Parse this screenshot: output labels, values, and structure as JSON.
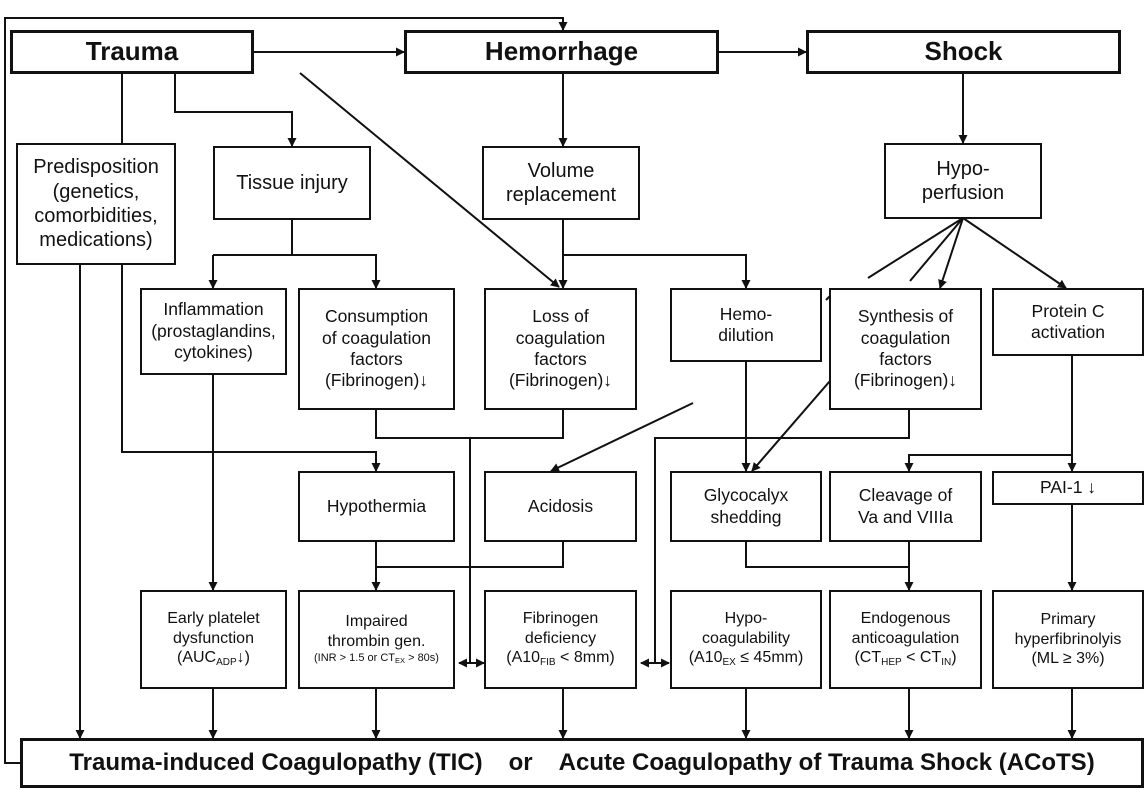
{
  "top": {
    "trauma": "Trauma",
    "hemorrhage": "Hemorrhage",
    "shock": "Shock"
  },
  "mid": {
    "predisposition": [
      "Predisposition",
      "(genetics,",
      "comorbidities,",
      "medications)"
    ],
    "tissue_injury": "Tissue injury",
    "volume_replacement": [
      "Volume",
      "replacement"
    ],
    "hypoperfusion": [
      "Hypo-",
      "perfusion"
    ]
  },
  "row1": {
    "inflammation": [
      "Inflammation",
      "(prostaglandins,",
      "cytokines)"
    ],
    "consumption": [
      "Consumption",
      "of coagulation",
      "factors",
      "(Fibrinogen)↓"
    ],
    "loss": [
      "Loss of",
      "coagulation",
      "factors",
      "(Fibrinogen)↓"
    ],
    "hemodilution": [
      "Hemo-",
      "dilution"
    ],
    "synthesis": [
      "Synthesis of",
      "coagulation",
      "factors",
      "(Fibrinogen)↓"
    ],
    "protein_c": [
      "Protein C",
      "activation"
    ]
  },
  "row2": {
    "hypothermia": "Hypothermia",
    "acidosis": "Acidosis",
    "glycocalyx": [
      "Glycocalyx",
      "shedding"
    ],
    "cleavage": [
      "Cleavage of",
      "Va and VIIIa"
    ],
    "pai1": "PAI-1 ↓"
  },
  "row3": {
    "platelet": {
      "line1": "Early platelet",
      "line2": "dysfunction",
      "metric_pre": "(AUC",
      "metric_sub": "ADP",
      "metric_post": "↓)"
    },
    "thrombin": {
      "line1": "Impaired",
      "line2": "thrombin gen.",
      "metric_pre": "(INR > 1.5 or CT",
      "metric_sub": "EX",
      "metric_post": " > 80s)"
    },
    "fibrinogen": {
      "line1": "Fibrinogen",
      "line2": "deficiency",
      "metric_pre": "(A10",
      "metric_sub": "FIB",
      "metric_post": " < 8mm)"
    },
    "hypocoag": {
      "line1": "Hypo-",
      "line2": "coagulability",
      "metric_pre": "(A10",
      "metric_sub": "EX",
      "metric_post": " ≤ 45mm)"
    },
    "endogenous": {
      "line1": "Endogenous",
      "line2": "anticoagulation",
      "metric_pre": "(CT",
      "metric_sub": "HEP",
      "metric_mid": " < CT",
      "metric_sub2": "IN",
      "metric_post": ")"
    },
    "hyperfib": {
      "line1": "Primary",
      "line2": "hyperfibrinolyis",
      "metric": "(ML ≥ 3%)"
    }
  },
  "bottom": {
    "left": "Trauma-induced Coagulopathy (TIC)",
    "or": "or",
    "right": "Acute Coagulopathy of Trauma Shock (ACoTS)"
  }
}
